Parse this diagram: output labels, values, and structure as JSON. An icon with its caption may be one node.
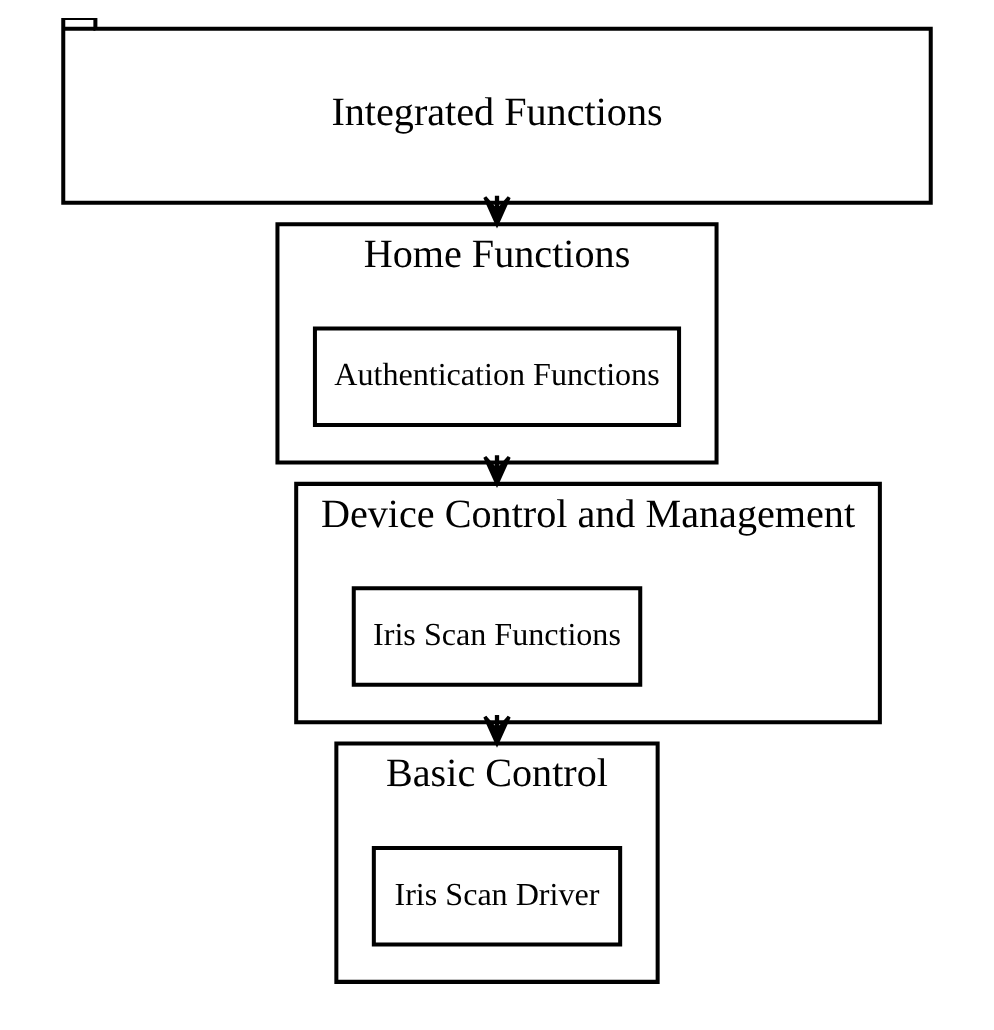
{
  "diagram": {
    "nodes": [
      {
        "text": [
          "Integrated Functions"
        ]
      },
      {
        "text": [
          "Home Functions"
        ]
      },
      {
        "text": [
          "Authentication Functions"
        ],
        "in": 1
      },
      {
        "text": [
          "Device Control and Management"
        ]
      },
      {
        "text": [
          "Iris Scan Functions"
        ],
        "in": 3
      },
      {
        "text": [
          "Basic Control"
        ]
      },
      {
        "text": [
          "Iris Scan Driver"
        ],
        "in": 5
      }
    ],
    "edges": [
      {
        "from": 0,
        "to": 1,
        "arrow": "to",
        "style": "dashed"
      },
      {
        "from": 1,
        "to": 3,
        "arrow": "to",
        "style": "dashed"
      },
      {
        "from": 3,
        "to": 5,
        "arrow": "to",
        "style": "dashed"
      }
    ]
  }
}
